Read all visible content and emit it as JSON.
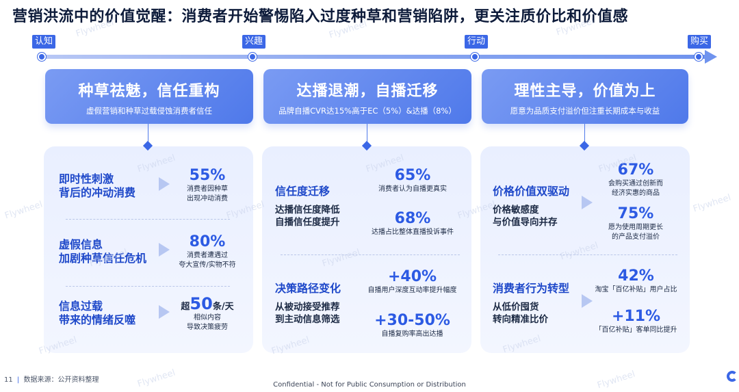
{
  "title": "营销洪流中的价值觉醒：消费者开始警惕陷入过度种草和营销陷阱，更关注质价比和价值感",
  "timeline": [
    "认知",
    "兴趣",
    "行动",
    "购买"
  ],
  "watermark": "Flywheel",
  "columns": [
    {
      "title": "种草祛魅，信任重构",
      "subtitle": "虚假营销和种草过载侵蚀消费者信任",
      "rows": [
        {
          "title_lines": [
            "即时性刺激",
            "背后的冲动消费"
          ],
          "stat_value": "55%",
          "stat_caption": [
            "消费者因种草",
            "出现冲动消费"
          ]
        },
        {
          "title_lines": [
            "虚假信息",
            "加剧种草信任危机"
          ],
          "stat_value": "80%",
          "stat_caption": [
            "消费者遭遇过",
            "夸大宣传/实物不符"
          ]
        },
        {
          "title_lines": [
            "信息过载",
            "带来的情绪反噬"
          ],
          "stat_prefix": "超",
          "stat_value": "50",
          "stat_suffix": "条/天",
          "stat_caption": [
            "相似内容",
            "导致决策疲劳"
          ]
        }
      ]
    },
    {
      "title": "达播退潮，自播迁移",
      "subtitle": "品牌自播CVR达15%高于EC（5%）&达播（8%）",
      "sections": [
        {
          "title": "信任度迁移",
          "desc": [
            "达播信任度降低",
            "自播信任度提升"
          ],
          "stats": [
            {
              "value": "65%",
              "caption": "消费者认为自播更真实"
            },
            {
              "value": "68%",
              "caption": "达播占比整体直播投诉事件"
            }
          ]
        },
        {
          "title": "决策路径变化",
          "desc": [
            "从被动接受推荐",
            "到主动信息筛选"
          ],
          "stats": [
            {
              "value": "+40%",
              "caption": "自播用户深度互动率提升幅度"
            },
            {
              "value": "+30-50%",
              "caption": "自播复购率高出达播"
            }
          ]
        }
      ]
    },
    {
      "title": "理性主导，价值为上",
      "subtitle": "愿意为品质支付溢价但注重长期成本与收益",
      "sections": [
        {
          "title": "价格价值双驱动",
          "desc": [
            "价格敏感度",
            "与价值导向并存"
          ],
          "stats": [
            {
              "value": "67%",
              "caption": [
                "会购买通过创新而",
                "经济实惠的商品"
              ]
            },
            {
              "value": "75%",
              "caption": [
                "愿为使用周期更长",
                "的产品支付溢价"
              ]
            }
          ]
        },
        {
          "title": "消费者行为转型",
          "desc": [
            "从低价囤货",
            "转向精准比价"
          ],
          "stats": [
            {
              "value": "42%",
              "caption": [
                "淘宝「百亿补贴」用户占比"
              ]
            },
            {
              "value": "+11%",
              "caption": [
                "「百亿补贴」客单同比提升"
              ]
            }
          ]
        }
      ]
    }
  ],
  "footer": {
    "page_number": "11",
    "source": "数据来源：公开资料整理",
    "confidential": "Confidential - Not for Public Consumption or Distribution"
  },
  "colors": {
    "accent": "#3b67e6",
    "accent_text": "#2c5ae3",
    "card_bg": "#eef2ff"
  }
}
